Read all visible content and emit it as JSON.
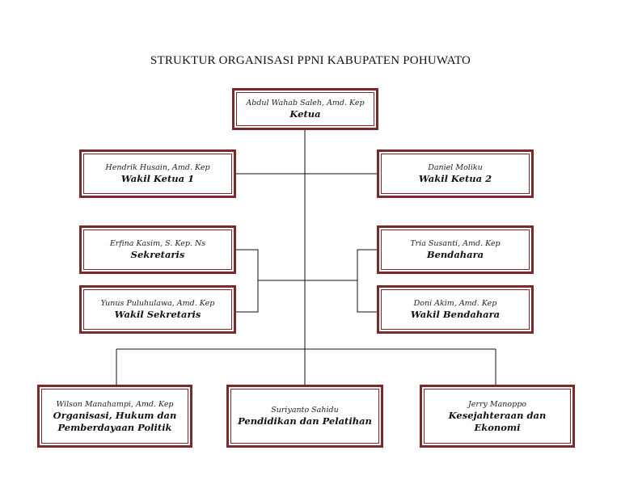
{
  "title": "STRUKTUR ORGANISASI PPNI KABUPATEN POHUWATO",
  "colors": {
    "border": "#7a2a2a",
    "line": "#111111"
  },
  "nodes": {
    "ketua": {
      "name": "Abdul Wahab Saleh, Amd. Kep",
      "role": "Ketua"
    },
    "wakil_ketua_1": {
      "name": "Hendrik Husain, Amd. Kep",
      "role": "Wakil Ketua 1"
    },
    "wakil_ketua_2": {
      "name": "Daniel Moliku",
      "role": "Wakil Ketua 2"
    },
    "sekretaris": {
      "name": "Erfina Kasim, S. Kep. Ns",
      "role": "Sekretaris"
    },
    "bendahara": {
      "name": "Tria Susanti, Amd. Kep",
      "role": "Bendahara"
    },
    "wakil_sekretaris": {
      "name": "Yunus Puluhulawa, Amd. Kep",
      "role": "Wakil Sekretaris"
    },
    "wakil_bendahara": {
      "name": "Doni Akim,  Amd. Kep",
      "role": "Wakil Bendahara"
    },
    "organisasi": {
      "name": "Wilson Manahampi, Amd. Kep",
      "role_line1": "Organisasi, Hukum dan",
      "role_line2": "Pemberdayaan Politik"
    },
    "pendidikan": {
      "name": "Suriyanto Sahidu",
      "role": "Pendidikan dan Pelatihan"
    },
    "kesejahteraan": {
      "name": "Jerry Manoppo",
      "role_line1": "Kesejahteraan dan",
      "role_line2": "Ekonomi"
    }
  }
}
